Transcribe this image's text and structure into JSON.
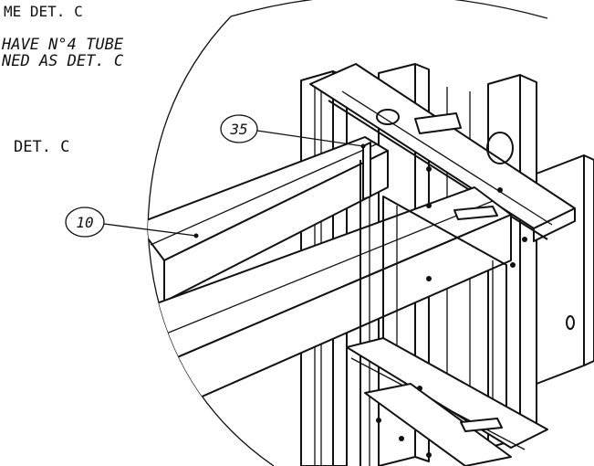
{
  "header": {
    "line1": "ME DET. C",
    "note_line1": "HAVE N°4 TUBE",
    "note_line2": "NED AS DET. C"
  },
  "detail_label": "DET. C",
  "callouts": [
    {
      "id": "callout-35",
      "number": "35"
    },
    {
      "id": "callout-10",
      "number": "10"
    }
  ],
  "colors": {
    "ink": "#111111",
    "paper": "#ffffff"
  }
}
